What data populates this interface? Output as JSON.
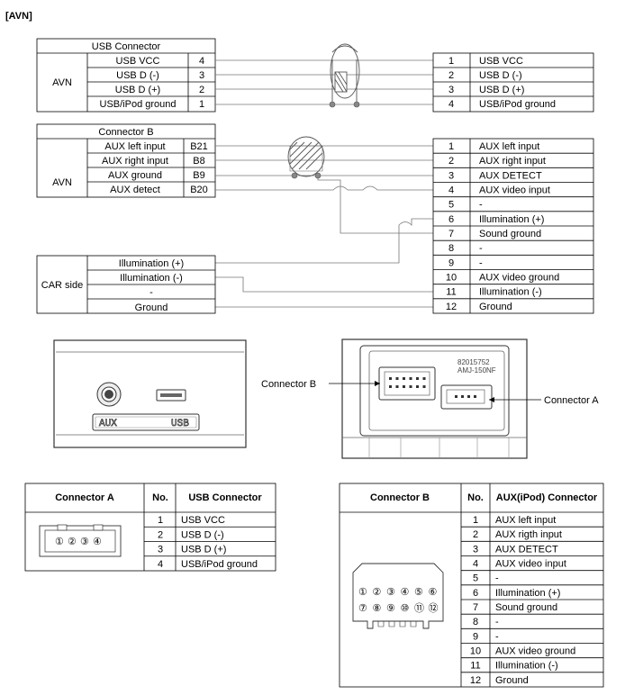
{
  "page_title": "[AVN]",
  "usb_block": {
    "title": "USB Connector",
    "side": "AVN",
    "rows": [
      {
        "label": "USB VCC",
        "pin": "4"
      },
      {
        "label": "USB D (-)",
        "pin": "3"
      },
      {
        "label": "USB D (+)",
        "pin": "2"
      },
      {
        "label": "USB/iPod ground",
        "pin": "1"
      }
    ],
    "right": [
      {
        "no": "1",
        "label": "USB VCC"
      },
      {
        "no": "2",
        "label": "USB D (-)"
      },
      {
        "no": "3",
        "label": "USB D (+)"
      },
      {
        "no": "4",
        "label": "USB/iPod ground"
      }
    ]
  },
  "connb_block": {
    "title": "Connector B",
    "side": "AVN",
    "rows": [
      {
        "label": "AUX left input",
        "pin": "B21"
      },
      {
        "label": "AUX right input",
        "pin": "B8"
      },
      {
        "label": "AUX ground",
        "pin": "B9"
      },
      {
        "label": "AUX detect",
        "pin": "B20"
      }
    ],
    "right": [
      {
        "no": "1",
        "label": "AUX left input"
      },
      {
        "no": "2",
        "label": "AUX right input"
      },
      {
        "no": "3",
        "label": "AUX DETECT"
      },
      {
        "no": "4",
        "label": "AUX video input"
      },
      {
        "no": "5",
        "label": "-"
      },
      {
        "no": "6",
        "label": "Illumination (+)"
      },
      {
        "no": "7",
        "label": "Sound ground"
      },
      {
        "no": "8",
        "label": "-"
      },
      {
        "no": "9",
        "label": "-"
      },
      {
        "no": "10",
        "label": "AUX video ground"
      },
      {
        "no": "11",
        "label": "Illumination (-)"
      },
      {
        "no": "12",
        "label": "Ground"
      }
    ]
  },
  "car_block": {
    "side": "CAR side",
    "rows": [
      "Illumination (+)",
      "Illumination (-)",
      "-",
      "Ground"
    ]
  },
  "panel": {
    "aux_label": "AUX",
    "usb_label": "USB"
  },
  "connector_photo": {
    "part_line1": "82015752",
    "part_line2": "AMJ-150NF",
    "label_b": "Connector B",
    "label_a": "Connector  A"
  },
  "table_a": {
    "headers": [
      "Connector A",
      "No.",
      "USB Connector"
    ],
    "pins": [
      "①",
      "②",
      "③",
      "④"
    ],
    "rows": [
      {
        "no": "1",
        "label": "USB VCC"
      },
      {
        "no": "2",
        "label": "USB D (-)"
      },
      {
        "no": "3",
        "label": "USB D (+)"
      },
      {
        "no": "4",
        "label": "USB/iPod ground"
      }
    ]
  },
  "table_b": {
    "headers": [
      "Connector B",
      "No.",
      "AUX(iPod) Connector"
    ],
    "pins_top": [
      "①",
      "②",
      "③",
      "④",
      "⑤",
      "⑥"
    ],
    "pins_bottom": [
      "⑦",
      "⑧",
      "⑨",
      "⑩",
      "⑪",
      "⑫"
    ],
    "rows": [
      {
        "no": "1",
        "label": "AUX left input"
      },
      {
        "no": "2",
        "label": "AUX rigth input"
      },
      {
        "no": "3",
        "label": "AUX DETECT"
      },
      {
        "no": "4",
        "label": "AUX video input"
      },
      {
        "no": "5",
        "label": "-"
      },
      {
        "no": "6",
        "label": "Illumination (+)"
      },
      {
        "no": "7",
        "label": "Sound ground"
      },
      {
        "no": "8",
        "label": "-"
      },
      {
        "no": "9",
        "label": "-"
      },
      {
        "no": "10",
        "label": "AUX video ground"
      },
      {
        "no": "11",
        "label": "Illumination (-)"
      },
      {
        "no": "12",
        "label": "Ground"
      }
    ]
  }
}
